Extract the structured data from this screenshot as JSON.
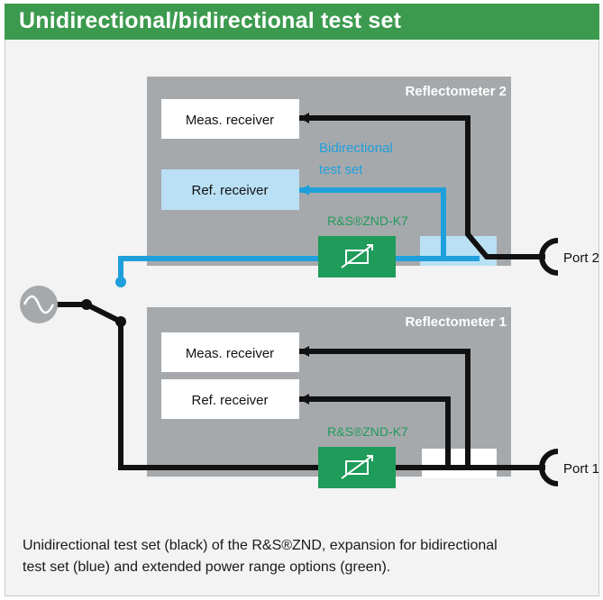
{
  "header": {
    "title": "Unidirectional/bidirectional test set"
  },
  "reflectometer_2": {
    "title": "Reflectometer 2",
    "meas_receiver": "Meas. receiver",
    "ref_receiver": "Ref. receiver",
    "bidirectional_line1": "Bidirectional",
    "bidirectional_line2": "test set",
    "option_label": "R&S®ZND-K7",
    "port": "Port 2"
  },
  "reflectometer_1": {
    "title": "Reflectometer 1",
    "meas_receiver": "Meas. receiver",
    "ref_receiver": "Ref. receiver",
    "option_label": "R&S®ZND-K7",
    "port": "Port 1"
  },
  "caption": {
    "line1": "Unidirectional test set (black) of the R&S®ZND, expansion for bidirectional",
    "line2": "test set (blue) and extended power range options (green)."
  },
  "colors": {
    "header_green": "#3c9a4e",
    "reflectometer_gray": "#a6a9ac",
    "path_black": "#111111",
    "bidirectional_blue": "#1fa0dc",
    "light_blue_fill": "#b9e0f4",
    "option_green": "#1f9b5a"
  },
  "icons": {
    "signal_source": "sine-wave-icon",
    "attenuator": "variable-attenuator-icon",
    "port_connector": "port-connector-icon"
  }
}
